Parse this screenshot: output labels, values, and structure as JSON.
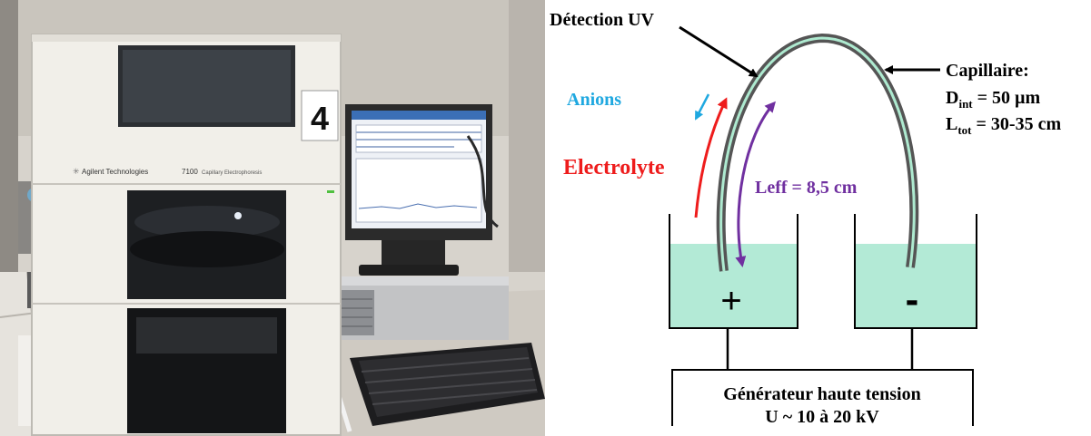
{
  "photo": {
    "brand": "Agilent Technologies",
    "model": "7100",
    "model_desc": "Capillary Electrophoresis",
    "tray_number": "4"
  },
  "diagram": {
    "detection_label": "Détection UV",
    "anions_label": "Anions",
    "electrolyte_label": "Electrolyte",
    "leff_label": "Leff = 8,5 cm",
    "capillaire_title": "Capillaire:",
    "dint_prefix": "D",
    "dint_sub": "int",
    "dint_value": " = 50 µm",
    "ltot_prefix": "L",
    "ltot_sub": "tot",
    "ltot_value": " = 30-35 cm",
    "plus_sign": "+",
    "minus_sign": "-",
    "generator_line1": "Générateur haute tension",
    "generator_line2": "U ~ 10 à 20 kV"
  },
  "colors": {
    "buffer": "#b3ead6",
    "anions": "#1fa8e0",
    "electrolyte": "#ee1c1c",
    "leff": "#7030a0",
    "capillary_outer": "#555555",
    "capillary_inner": "#aeead0"
  }
}
